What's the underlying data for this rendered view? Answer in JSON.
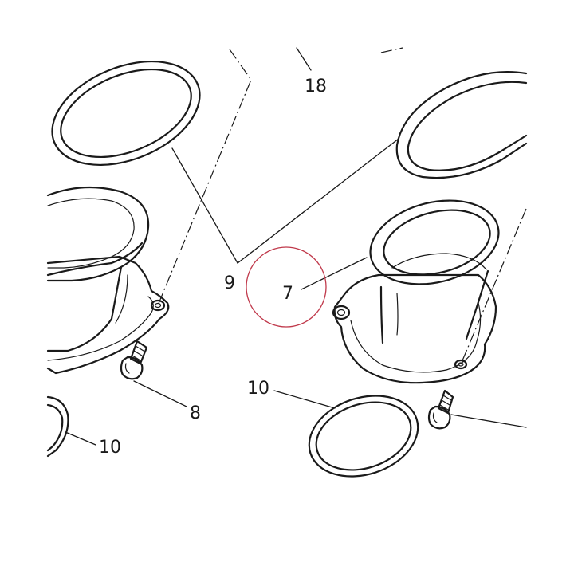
{
  "diagram": {
    "callouts": {
      "c18": "18",
      "c9": "9",
      "c7": "7",
      "c8": "8",
      "c10_left": "10",
      "c10_right": "10"
    },
    "highlight_color": "#c0394b"
  }
}
